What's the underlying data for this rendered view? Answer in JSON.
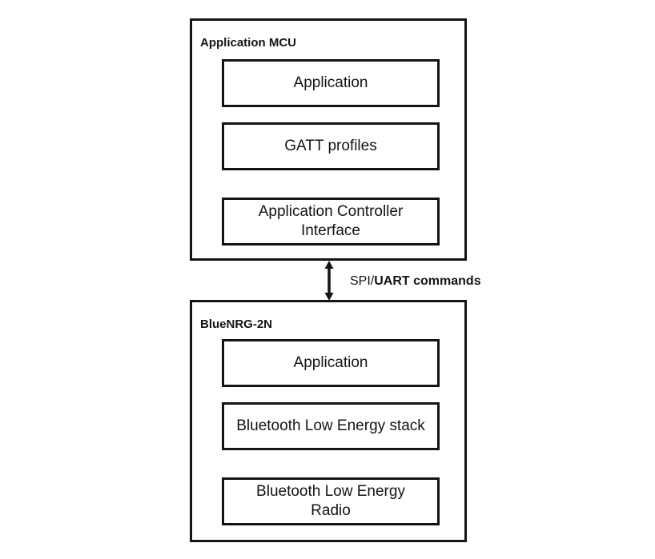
{
  "diagram": {
    "groups": [
      {
        "label": "Application MCU",
        "modules": [
          "Application",
          "GATT profiles",
          "Application Controller Interface"
        ]
      },
      {
        "label": "BlueNRG-2N",
        "modules": [
          "Application",
          "Bluetooth Low Energy stack",
          "Bluetooth Low Energy Radio"
        ]
      }
    ],
    "connector": {
      "type": "double-headed-vertical-arrow",
      "label_regular": "SPI/",
      "label_bold": "UART commands"
    },
    "colors": {
      "line": "#141414",
      "background": "#ffffff",
      "text": "#141414"
    }
  }
}
